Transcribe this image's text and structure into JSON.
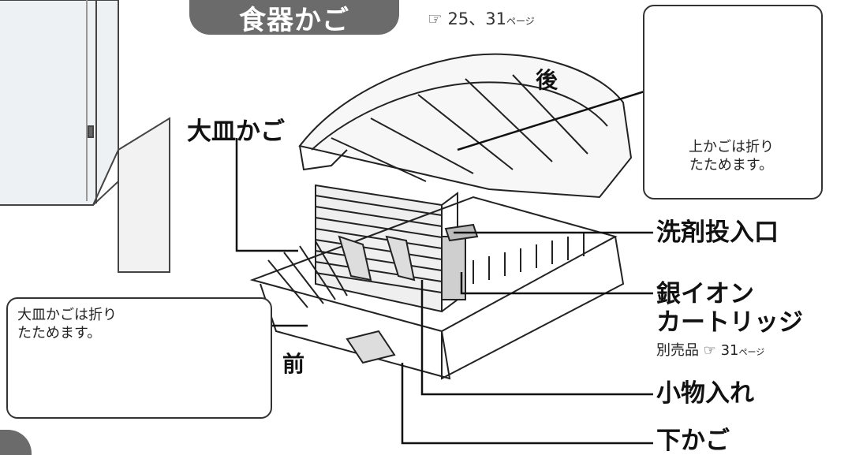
{
  "title": "食器かご",
  "top_reference": {
    "text": "25、31",
    "page_suffix": "ページ"
  },
  "labels": {
    "back": "後",
    "front": "前",
    "large_plate_basket": "大皿かご",
    "detergent_inlet": "洗剤投入口",
    "silver_ion_line1": "銀イオン",
    "silver_ion_line2": "カートリッジ",
    "sold_separately": "別売品",
    "sold_separately_ref": "31",
    "sold_separately_page_suffix": "ページ",
    "small_items": "小物入れ",
    "lower_basket": "下かご"
  },
  "callouts": {
    "upper_fold_line1": "上かごは折り",
    "upper_fold_line2": "たためます。",
    "plate_fold_line1": "大皿かごは折り",
    "plate_fold_line2": "たためます。"
  },
  "icons": [
    "reference-icon"
  ],
  "colors": {
    "accent_gray": "#6b6b6b",
    "line": "#111111"
  }
}
